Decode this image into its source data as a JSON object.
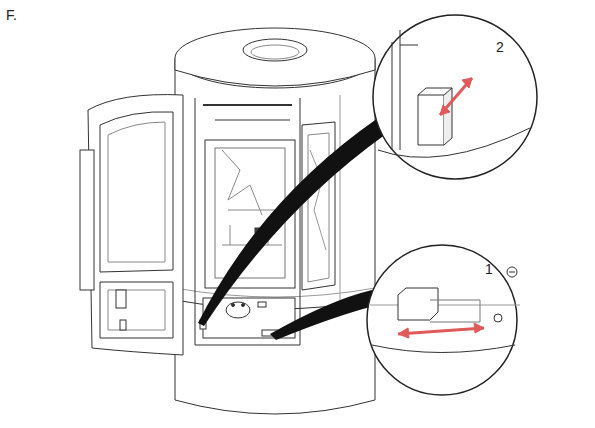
{
  "diagram": {
    "labels": [
      "F.",
      "2",
      "1"
    ]
  }
}
